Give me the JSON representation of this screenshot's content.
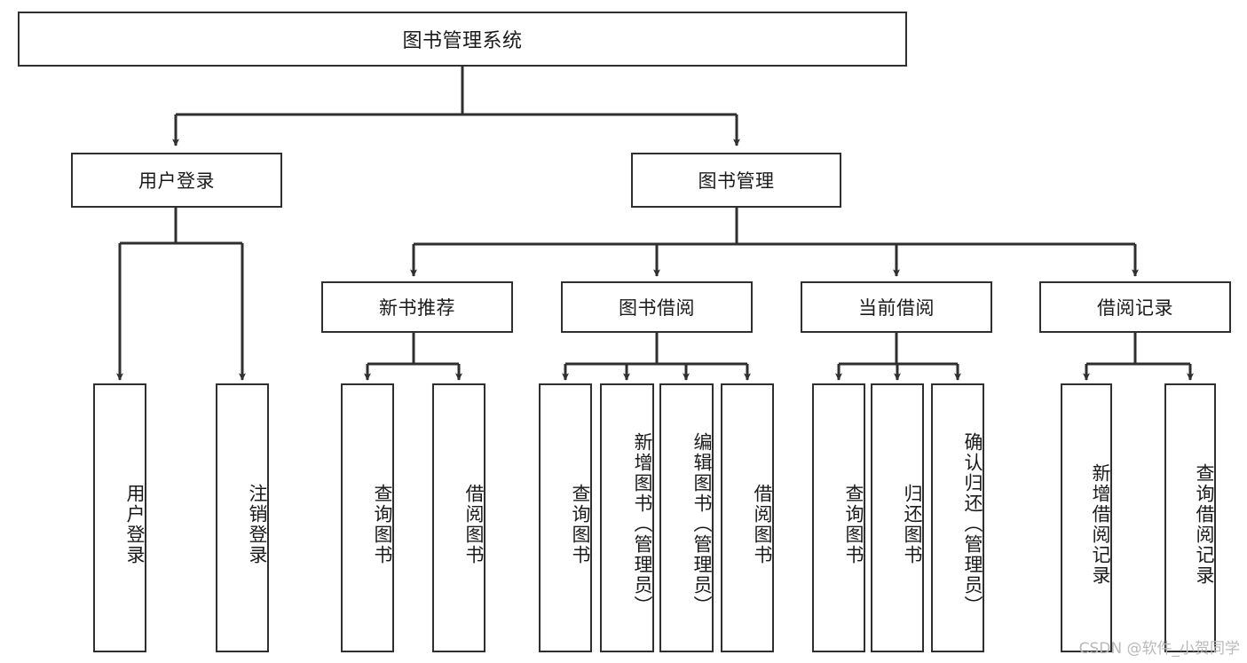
{
  "diagram": {
    "type": "tree-hierarchy",
    "title": "图书管理系统",
    "watermark": "CSDN @软件_小贺同学",
    "colors": {
      "border": "#2f2f2f",
      "background": "#ffffff",
      "text": "#1a1a1a",
      "edge": "#2f2f2f",
      "watermark": "#b9b9b9"
    },
    "levels": {
      "level1": [
        "图书管理系统"
      ],
      "level2": [
        "用户登录",
        "图书管理"
      ],
      "level3": [
        "新书推荐",
        "图书借阅",
        "当前借阅",
        "借阅记录"
      ],
      "level4": [
        "用户登录",
        "注销登录",
        "查询图书",
        "借阅图书",
        "查询图书",
        "新增图书（管理员）",
        "编辑图书（管理员）",
        "借阅图书",
        "查询图书",
        "归还图书",
        "确认归还（管理员）",
        "新增借阅记录",
        "查询借阅记录"
      ]
    },
    "nodes": {
      "root": {
        "label": "图书管理系统"
      },
      "user_login": {
        "label": "用户登录"
      },
      "book_manage": {
        "label": "图书管理"
      },
      "new_book_rec": {
        "label": "新书推荐"
      },
      "book_borrow": {
        "label": "图书借阅"
      },
      "current_borrow": {
        "label": "当前借阅"
      },
      "borrow_record": {
        "label": "借阅记录"
      },
      "leaf_user_login": {
        "label": "用户登录"
      },
      "leaf_user_logout": {
        "label": "注销登录"
      },
      "leaf_rec_query": {
        "label": "查询图书"
      },
      "leaf_rec_borrow": {
        "label": "借阅图书"
      },
      "leaf_borrow_query": {
        "label": "查询图书"
      },
      "leaf_borrow_add": {
        "label": "新增图书（管理员）"
      },
      "leaf_borrow_edit": {
        "label": "编辑图书（管理员）"
      },
      "leaf_borrow_do": {
        "label": "借阅图书"
      },
      "leaf_cur_query": {
        "label": "查询图书"
      },
      "leaf_cur_return": {
        "label": "归还图书"
      },
      "leaf_cur_confirm": {
        "label": "确认归还（管理员）"
      },
      "leaf_rec_add": {
        "label": "新增借阅记录"
      },
      "leaf_rec_search": {
        "label": "查询借阅记录"
      }
    }
  }
}
